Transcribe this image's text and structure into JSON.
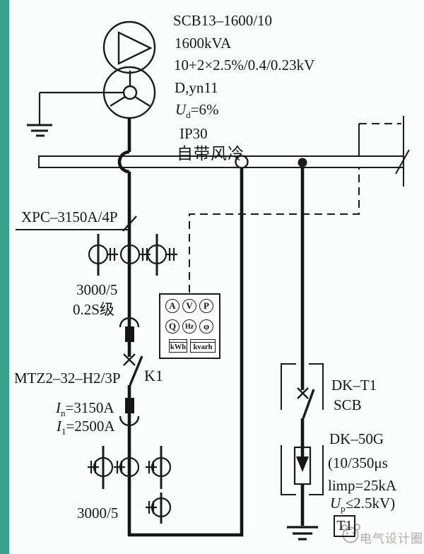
{
  "colors": {
    "accent_bar": "#3aa18c",
    "ink": "#1b1b1b",
    "watermark": "#b5a9a9"
  },
  "transformer": {
    "model": "SCB13–1600/10",
    "capacity": "1600kVA",
    "voltage": "10+2×2.5%/0.4/0.23kV",
    "vector_group": "D,yn11",
    "impedance": {
      "base": "U",
      "sub": "d",
      "rest": "=6%"
    },
    "protection": "IP30",
    "cooling": "自带风冷"
  },
  "incomer": {
    "connector": "XPC–3150A/4P",
    "ct_ratio_upper": "3000/5",
    "ct_class": "0.2S级",
    "breaker_model": "MTZ2–32–H2/3P",
    "breaker_id": "K1",
    "rated_current": {
      "base": "I",
      "sub": "n",
      "rest": "=3150A"
    },
    "setting_current": {
      "base": "I",
      "sub": "1",
      "rest": "=2500A"
    },
    "ct_ratio_lower": "3000/5"
  },
  "metering": {
    "row1": [
      "A",
      "V",
      "P"
    ],
    "row2": [
      "Q",
      "Hz",
      "φ"
    ],
    "energy": [
      "kWh",
      "kvarh"
    ]
  },
  "spd_branch": {
    "switch_model": "DK–T1",
    "switch_type": "SCB",
    "spd_model": "DK–50G",
    "waveform": "(10/350μs",
    "impulse_current": "limp=25kA",
    "protection_level": {
      "base": "U",
      "sub": "p",
      "rest": "≤2.5kV)"
    },
    "terminal_label": "T1"
  },
  "watermark": {
    "brand": "电气设计圈"
  }
}
